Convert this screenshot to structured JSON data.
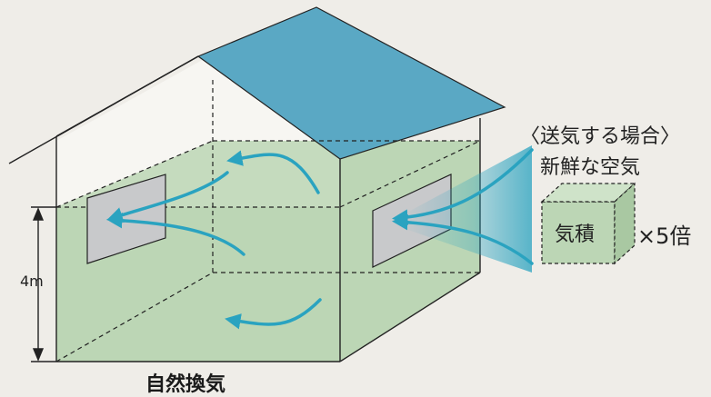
{
  "labels": {
    "send_case": "〈送気する場合〉",
    "fresh_air": "新鮮な空気",
    "air_volume": "気積",
    "multiplier": "×5倍",
    "height": "4m",
    "natural_ventilation": "自然換気"
  },
  "colors": {
    "background": "#efede8",
    "wall_green": "#bcd6b5",
    "roof_blue": "#5aa8c4",
    "arrow_teal": "#2aa3c0",
    "window_gray": "#c8c9cb",
    "line": "#222222"
  }
}
